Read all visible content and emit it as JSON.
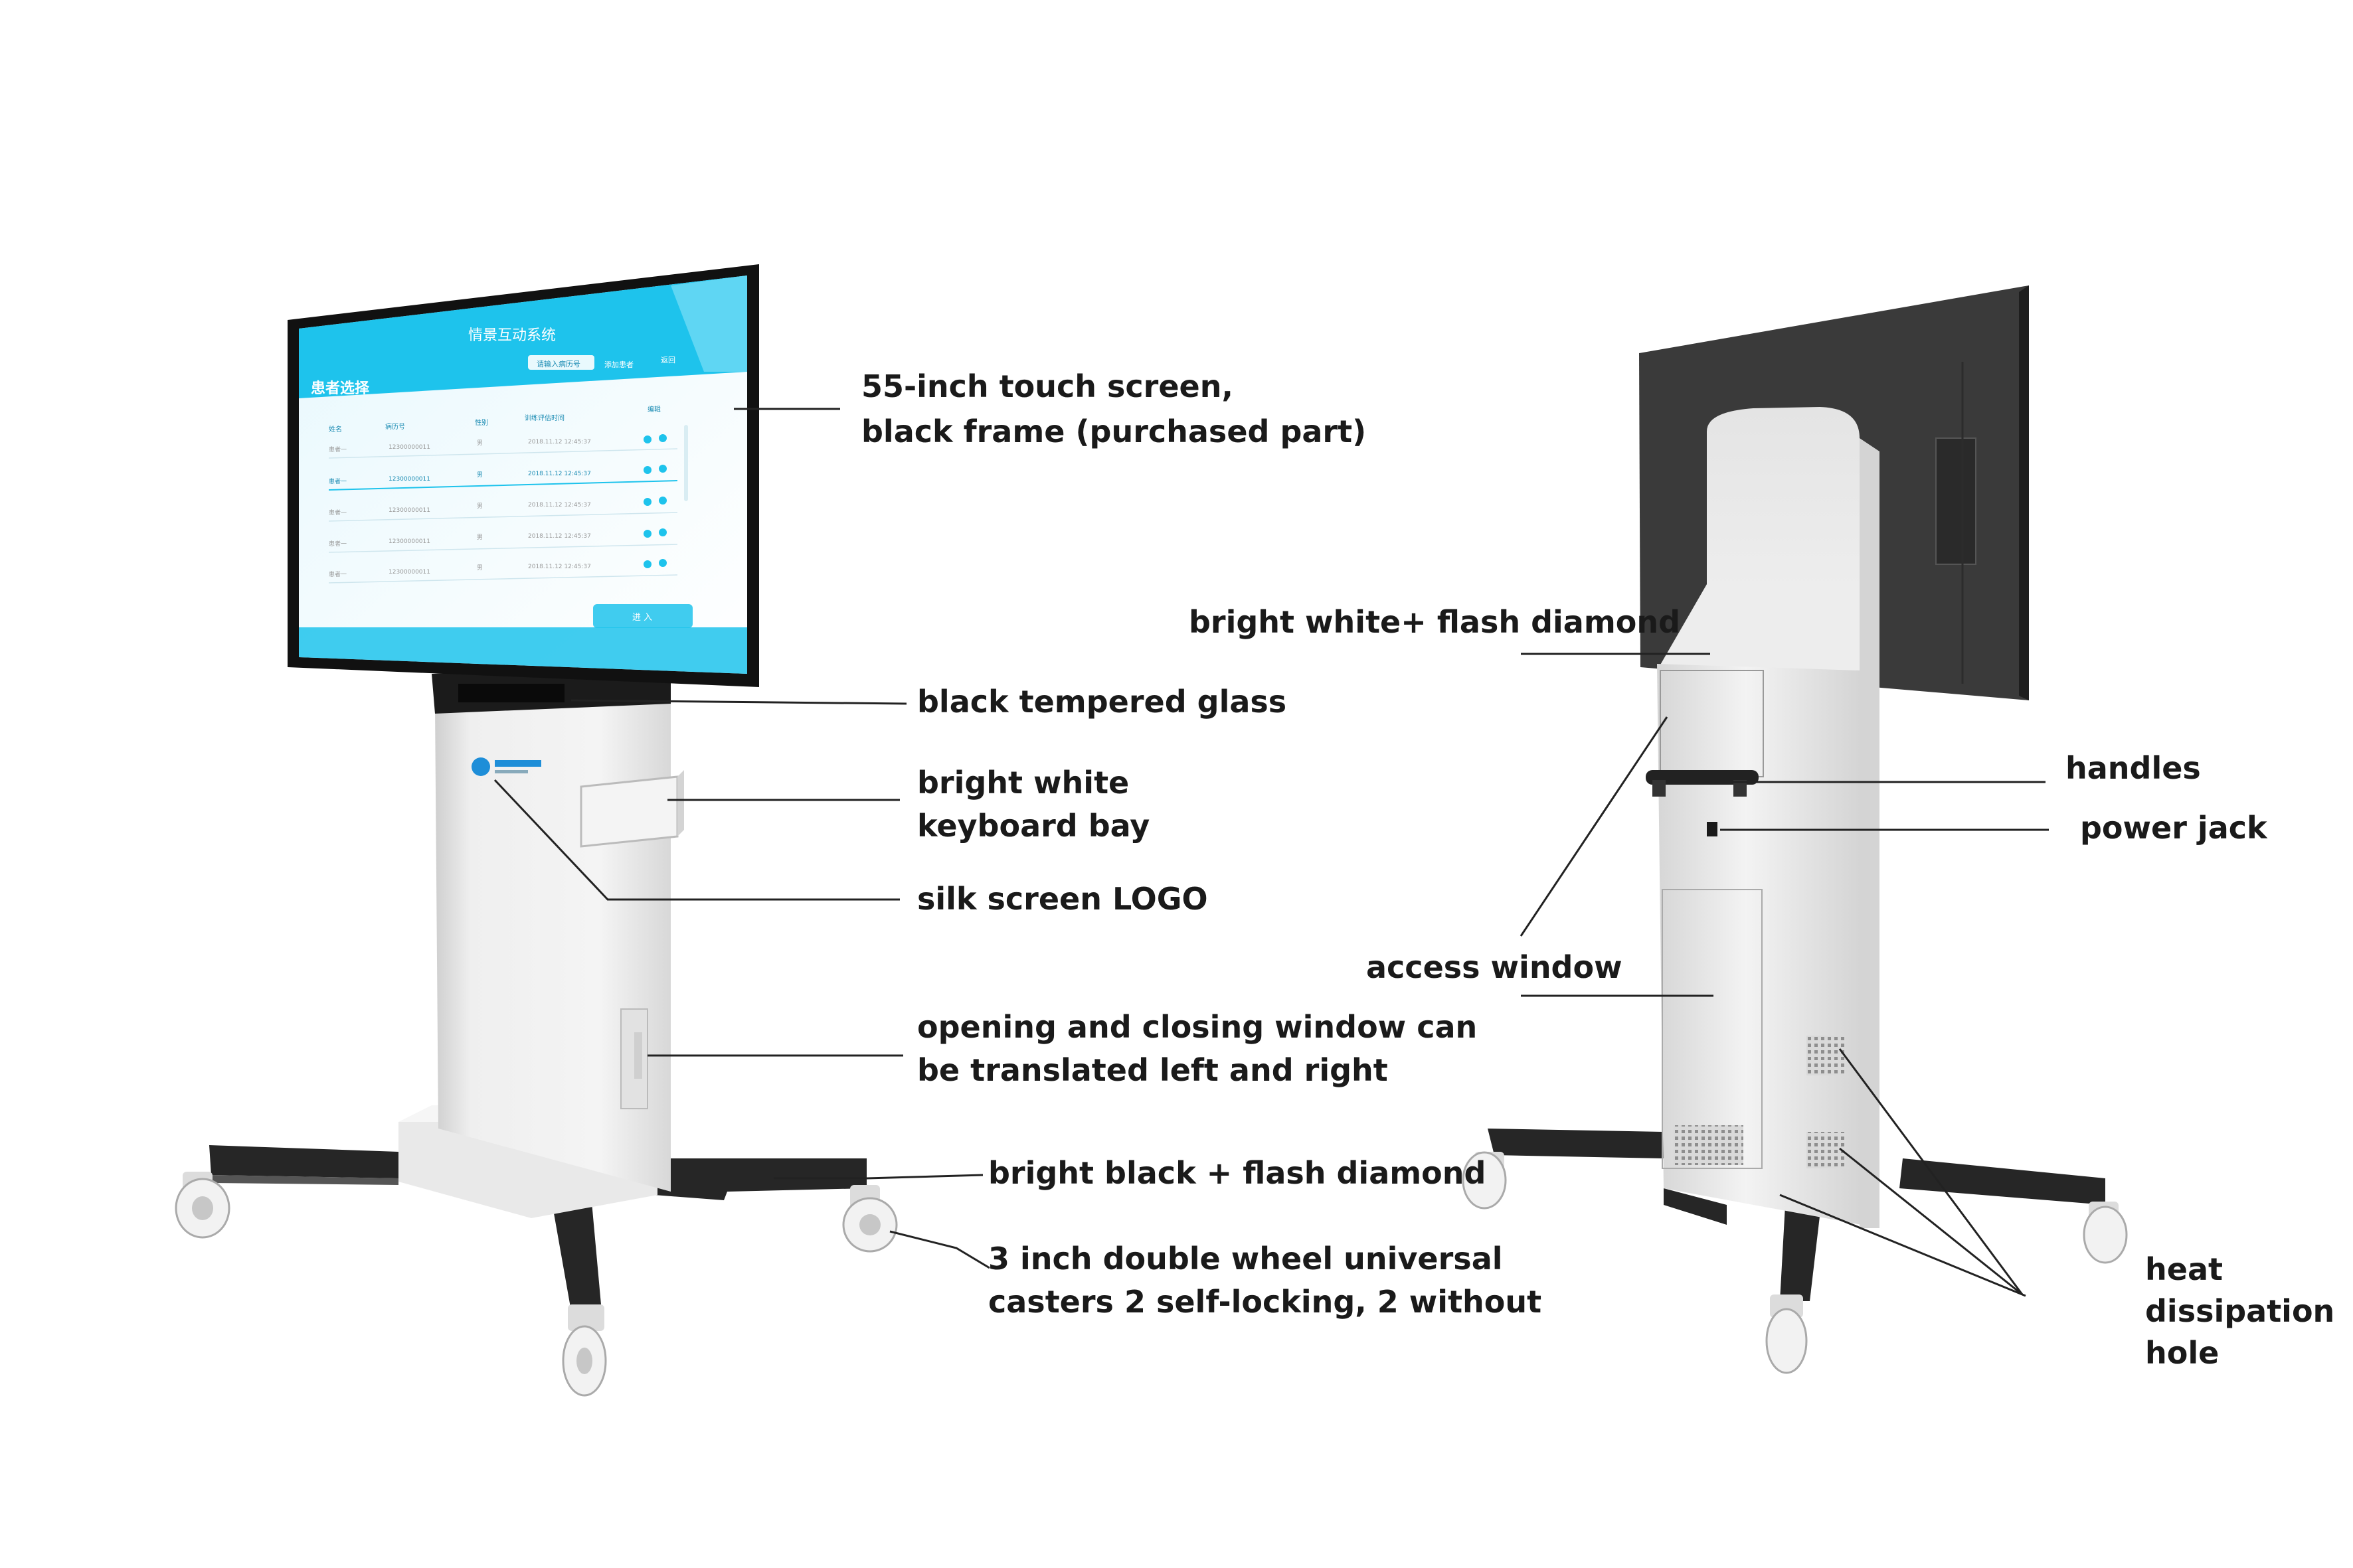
{
  "labels": {
    "touch_screen_1": "55-inch touch screen,",
    "touch_screen_2": "black frame (purchased part)",
    "tempered_glass": "black tempered glass",
    "keyboard_bay_1": "bright white",
    "keyboard_bay_2": "keyboard bay",
    "logo": "silk screen LOGO",
    "window_1": "opening and closing window can",
    "window_2": " be translated left and right",
    "bright_black": "bright black + flash diamond",
    "casters_1": "3 inch double wheel universal",
    "casters_2": "casters 2 self-locking, 2 without",
    "bright_white_diamond": "bright white+ flash diamond",
    "handles": "handles",
    "power_jack": "power jack",
    "access_window": "access window",
    "heat_1": "heat",
    "heat_2": "dissipation",
    "heat_3": "hole"
  },
  "screen_ui": {
    "app_title": "情景互动系统",
    "section_title": "患者选择",
    "tab_1": "请输入病历号",
    "tab_2": "添加患者",
    "tab_3": "返回",
    "col_name": "姓名",
    "col_record": "病历号",
    "col_gender": "性别",
    "col_time": "训练评估时间",
    "col_edit": "编辑",
    "rows": [
      {
        "name": "患者一",
        "record": "12300000011",
        "gender": "男",
        "time": "2018.11.12  12:45:37"
      },
      {
        "name": "患者一",
        "record": "12300000011",
        "gender": "男",
        "time": "2018.11.12  12:45:37"
      },
      {
        "name": "患者一",
        "record": "12300000011",
        "gender": "男",
        "time": "2018.11.12  12:45:37"
      },
      {
        "name": "患者一",
        "record": "12300000011",
        "gender": "男",
        "time": "2018.11.12  12:45:37"
      },
      {
        "name": "患者一",
        "record": "12300000011",
        "gender": "男",
        "time": "2018.11.12  12:45:37"
      }
    ],
    "enter_button": "进 入",
    "accent_color": "#1ec3ec"
  }
}
